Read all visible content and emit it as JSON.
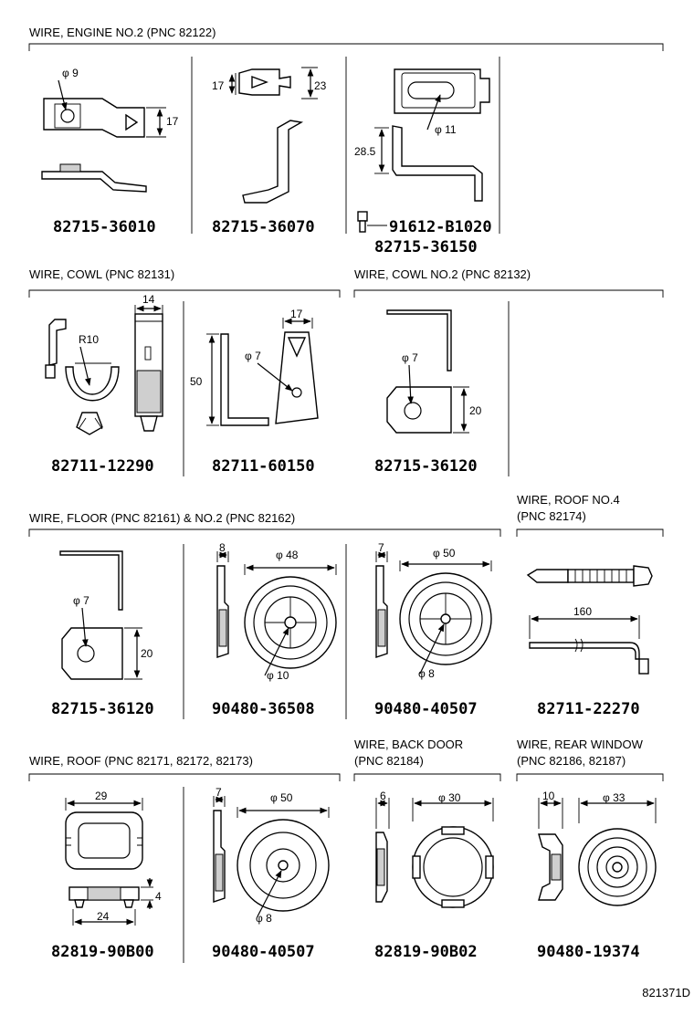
{
  "sections": {
    "engine": "WIRE, ENGINE NO.2 (PNC 82122)",
    "cowl": "WIRE, COWL (PNC 82131)",
    "cowl2": "WIRE, COWL NO.2 (PNC 82132)",
    "floor": "WIRE, FLOOR (PNC 82161) & NO.2 (PNC 82162)",
    "roof4_line1": "WIRE, ROOF NO.4",
    "roof4_line2": "(PNC 82174)",
    "roof": "WIRE, ROOF (PNC 82171, 82172, 82173)",
    "backdoor_line1": "WIRE, BACK DOOR",
    "backdoor_line2": "(PNC 82184)",
    "rearwin_line1": "WIRE, REAR WINDOW",
    "rearwin_line2": "(PNC 82186, 82187)"
  },
  "parts": {
    "p1": "82715-36010",
    "p2": "82715-36070",
    "p3a": "91612-B1020",
    "p3b": "82715-36150",
    "p4": "82711-12290",
    "p5": "82711-60150",
    "p6": "82715-36120",
    "p7": "82715-36120",
    "p8": "90480-36508",
    "p9": "90480-40507",
    "p10": "82711-22270",
    "p11": "82819-90B00",
    "p12": "90480-40507",
    "p13": "82819-90B02",
    "p14": "90480-19374"
  },
  "dims": {
    "d1_phi": "φ 9",
    "d1_w": "17",
    "d2_a": "17",
    "d2_b": "23",
    "d3_phi": "φ 11",
    "d3_h": "28.5",
    "d4_r": "R10",
    "d4_w": "14",
    "d5_w": "17",
    "d5_phi": "φ 7",
    "d5_h": "50",
    "d6_phi": "φ 7",
    "d6_h": "20",
    "d7_phi": "φ 7",
    "d7_h": "20",
    "d8_w": "8",
    "d8_od": "φ 48",
    "d8_id": "φ 10",
    "d9_w": "7",
    "d9_od": "φ 50",
    "d9_id": "φ 8",
    "d10_l": "160",
    "d11_w": "29",
    "d11_h": "4",
    "d11_b": "24",
    "d12_w": "7",
    "d12_od": "φ 50",
    "d12_id": "φ 8",
    "d13_w": "6",
    "d13_od": "φ 30",
    "d14_w": "10",
    "d14_od": "φ 33"
  },
  "footer": {
    "code": "821371D"
  }
}
